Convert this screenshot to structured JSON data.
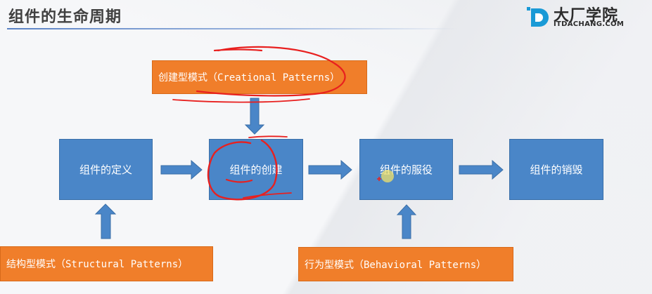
{
  "title": "组件的生命周期",
  "logo": {
    "cn": "大厂学院",
    "en": "ITDACHANG.COM"
  },
  "stages": {
    "definition": "组件的定义",
    "creation": "组件的创建",
    "service": "组件的服役",
    "destruction": "组件的销毁"
  },
  "patterns": {
    "creational": "创建型模式（Creational Patterns）",
    "structural": "结构型模式（Structural Patterns）",
    "behavioral": "行为型模式（Behavioral Patterns）"
  },
  "colors": {
    "stage_fill": "#4a86c8",
    "pattern_fill": "#f07e2a",
    "arrow": "#4a86c8",
    "annotation": "#e8201f",
    "logo_accent": "#1a9ad6"
  }
}
